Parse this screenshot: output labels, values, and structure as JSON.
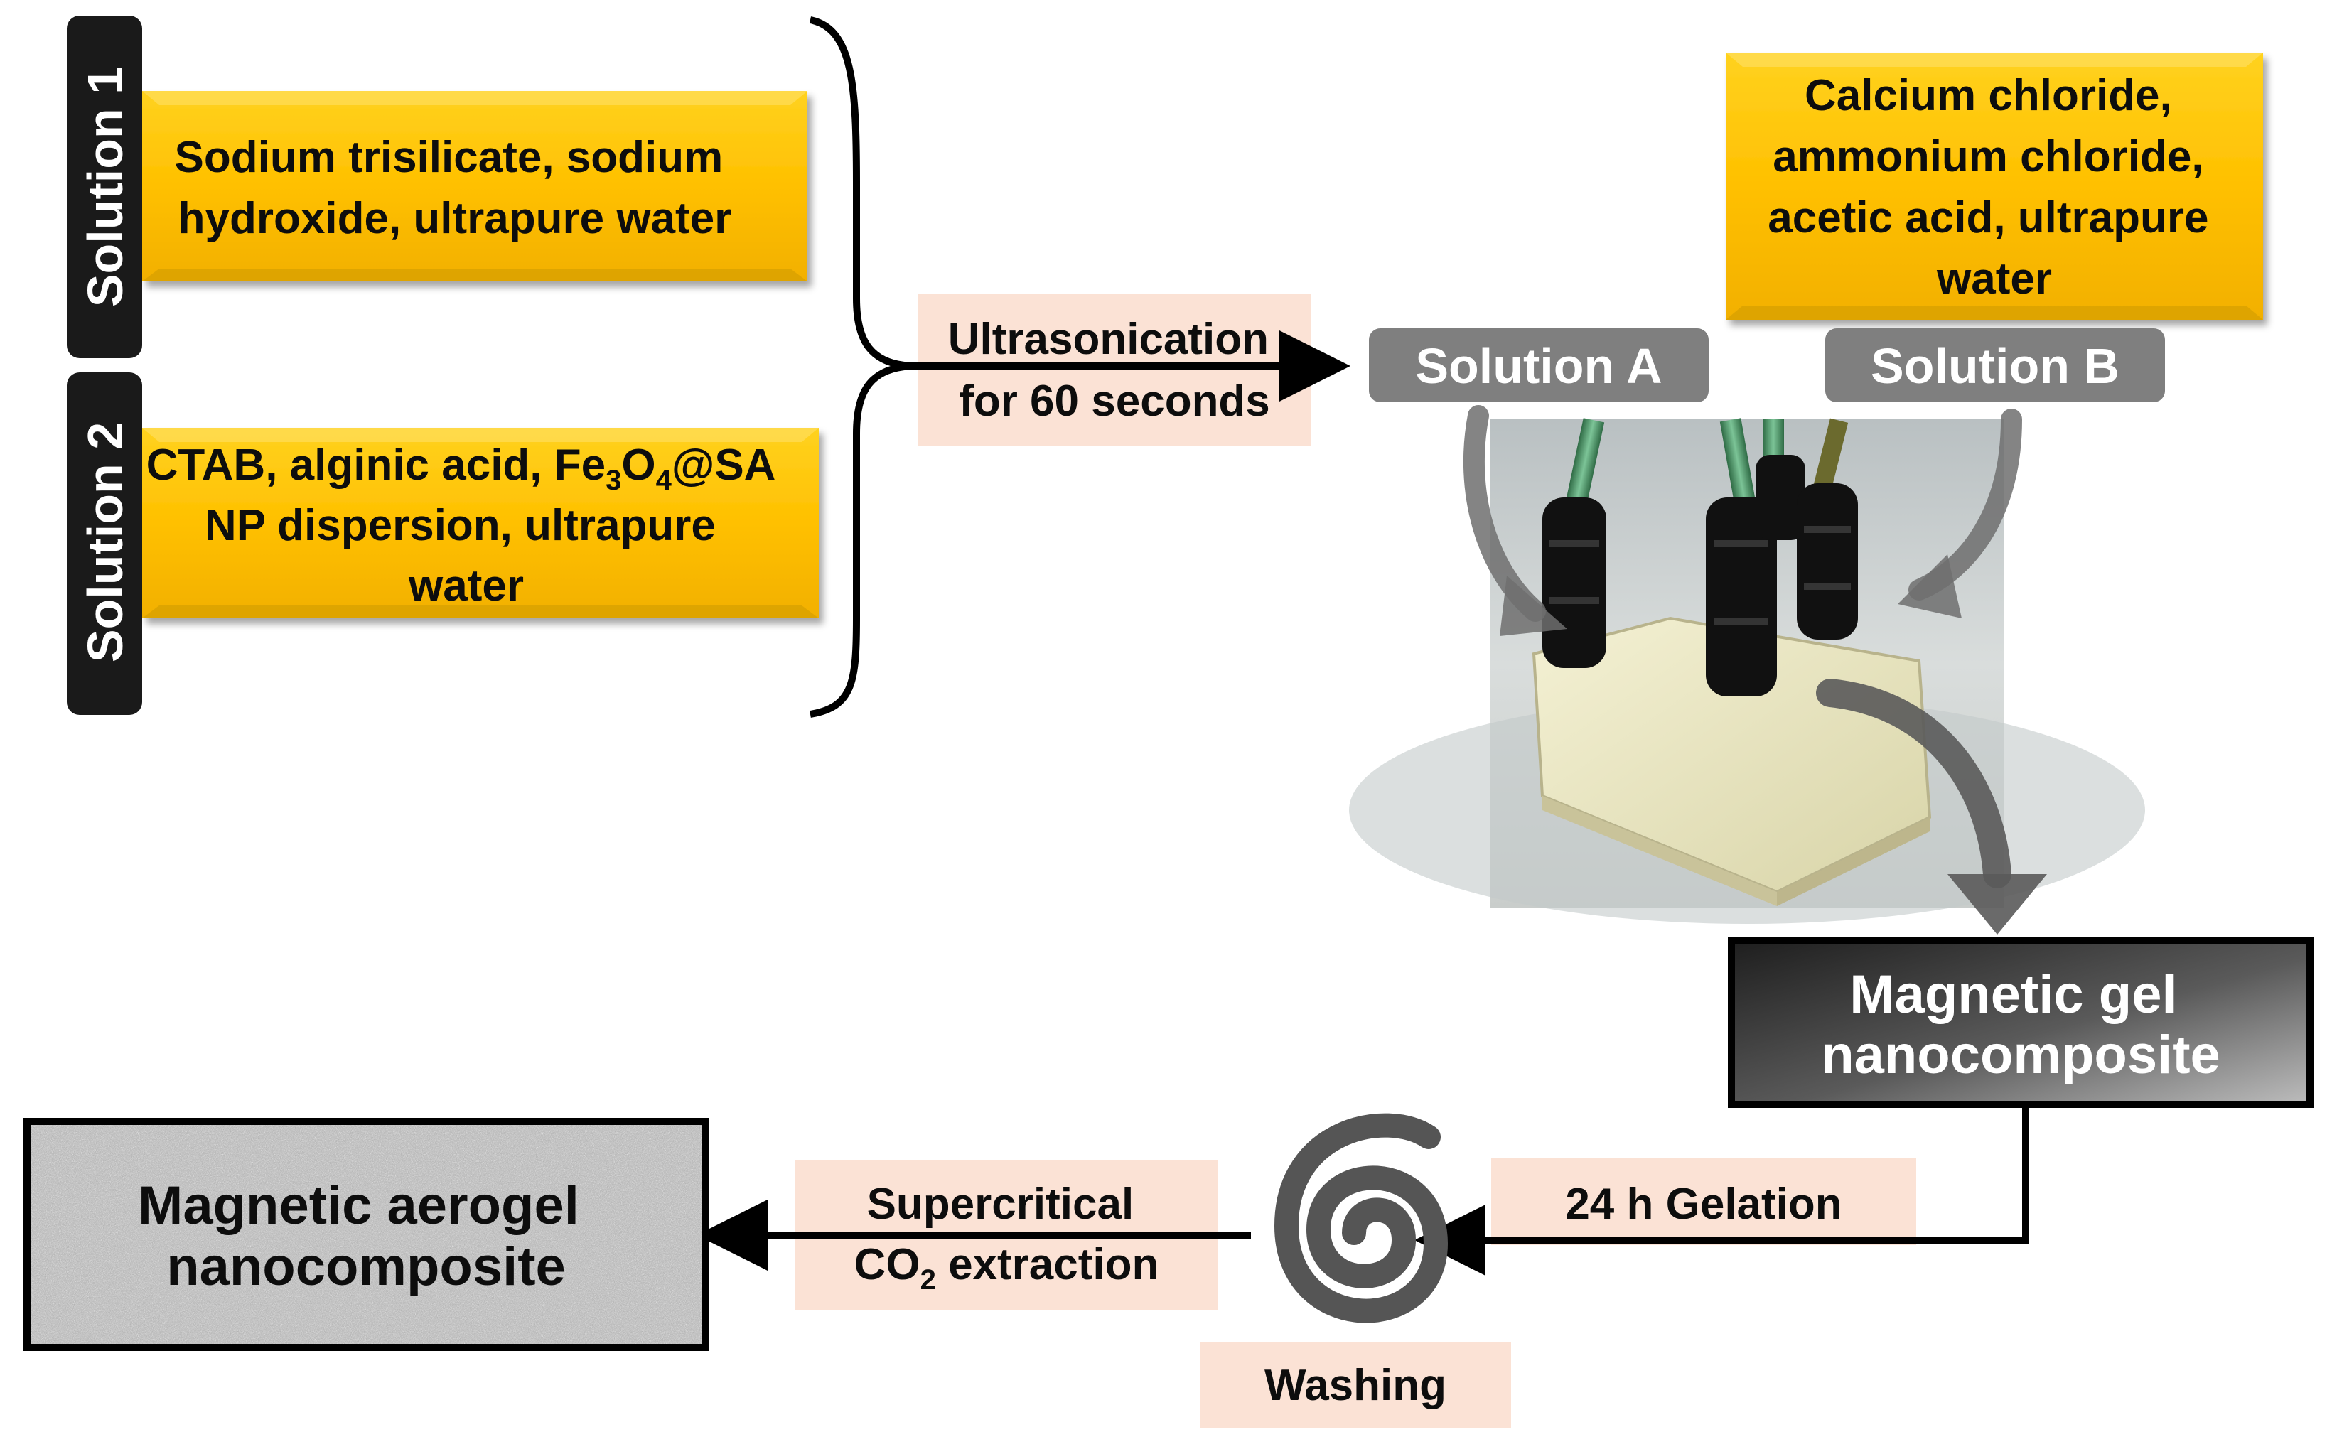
{
  "solution_tabs": {
    "solution1": "Solution 1",
    "solution2": "Solution 2"
  },
  "boxes": {
    "solution1_lines": [
      "Sodium trisilicate, sodium",
      "hydroxide, ultrapure water"
    ],
    "solution2_line1": "CTAB, alginic acid, Fe",
    "solution2_sub1": "3",
    "solution2_mid": "O",
    "solution2_sub2": "4",
    "solution2_tail": "@SA",
    "solution2_lines_rest": [
      "NP dispersion, ultrapure",
      "water"
    ],
    "solutionB_lines": [
      "Calcium chloride,",
      "ammonium chloride,",
      "acetic acid, ultrapure",
      "water"
    ]
  },
  "steps": {
    "ultrasonication_lines": [
      "Ultrasonication",
      "for 60 seconds"
    ],
    "gelation": "24 h Gelation",
    "washing": "Washing",
    "supercritical_line1": "Supercritical",
    "supercritical_co": "CO",
    "supercritical_sub": "2",
    "supercritical_tail": " extraction"
  },
  "pills": {
    "solution_a": "Solution A",
    "solution_b": "Solution B"
  },
  "products": {
    "gel_lines": [
      "Magnetic gel",
      "nanocomposite"
    ],
    "aerogel_lines": [
      "Magnetic aerogel",
      "nanocomposite"
    ]
  },
  "colors": {
    "yellow": "#FFC000",
    "pink": "#FBE2D5",
    "gray_pill": "#7F7F7F",
    "dark_tab": "#1a1a1a"
  }
}
